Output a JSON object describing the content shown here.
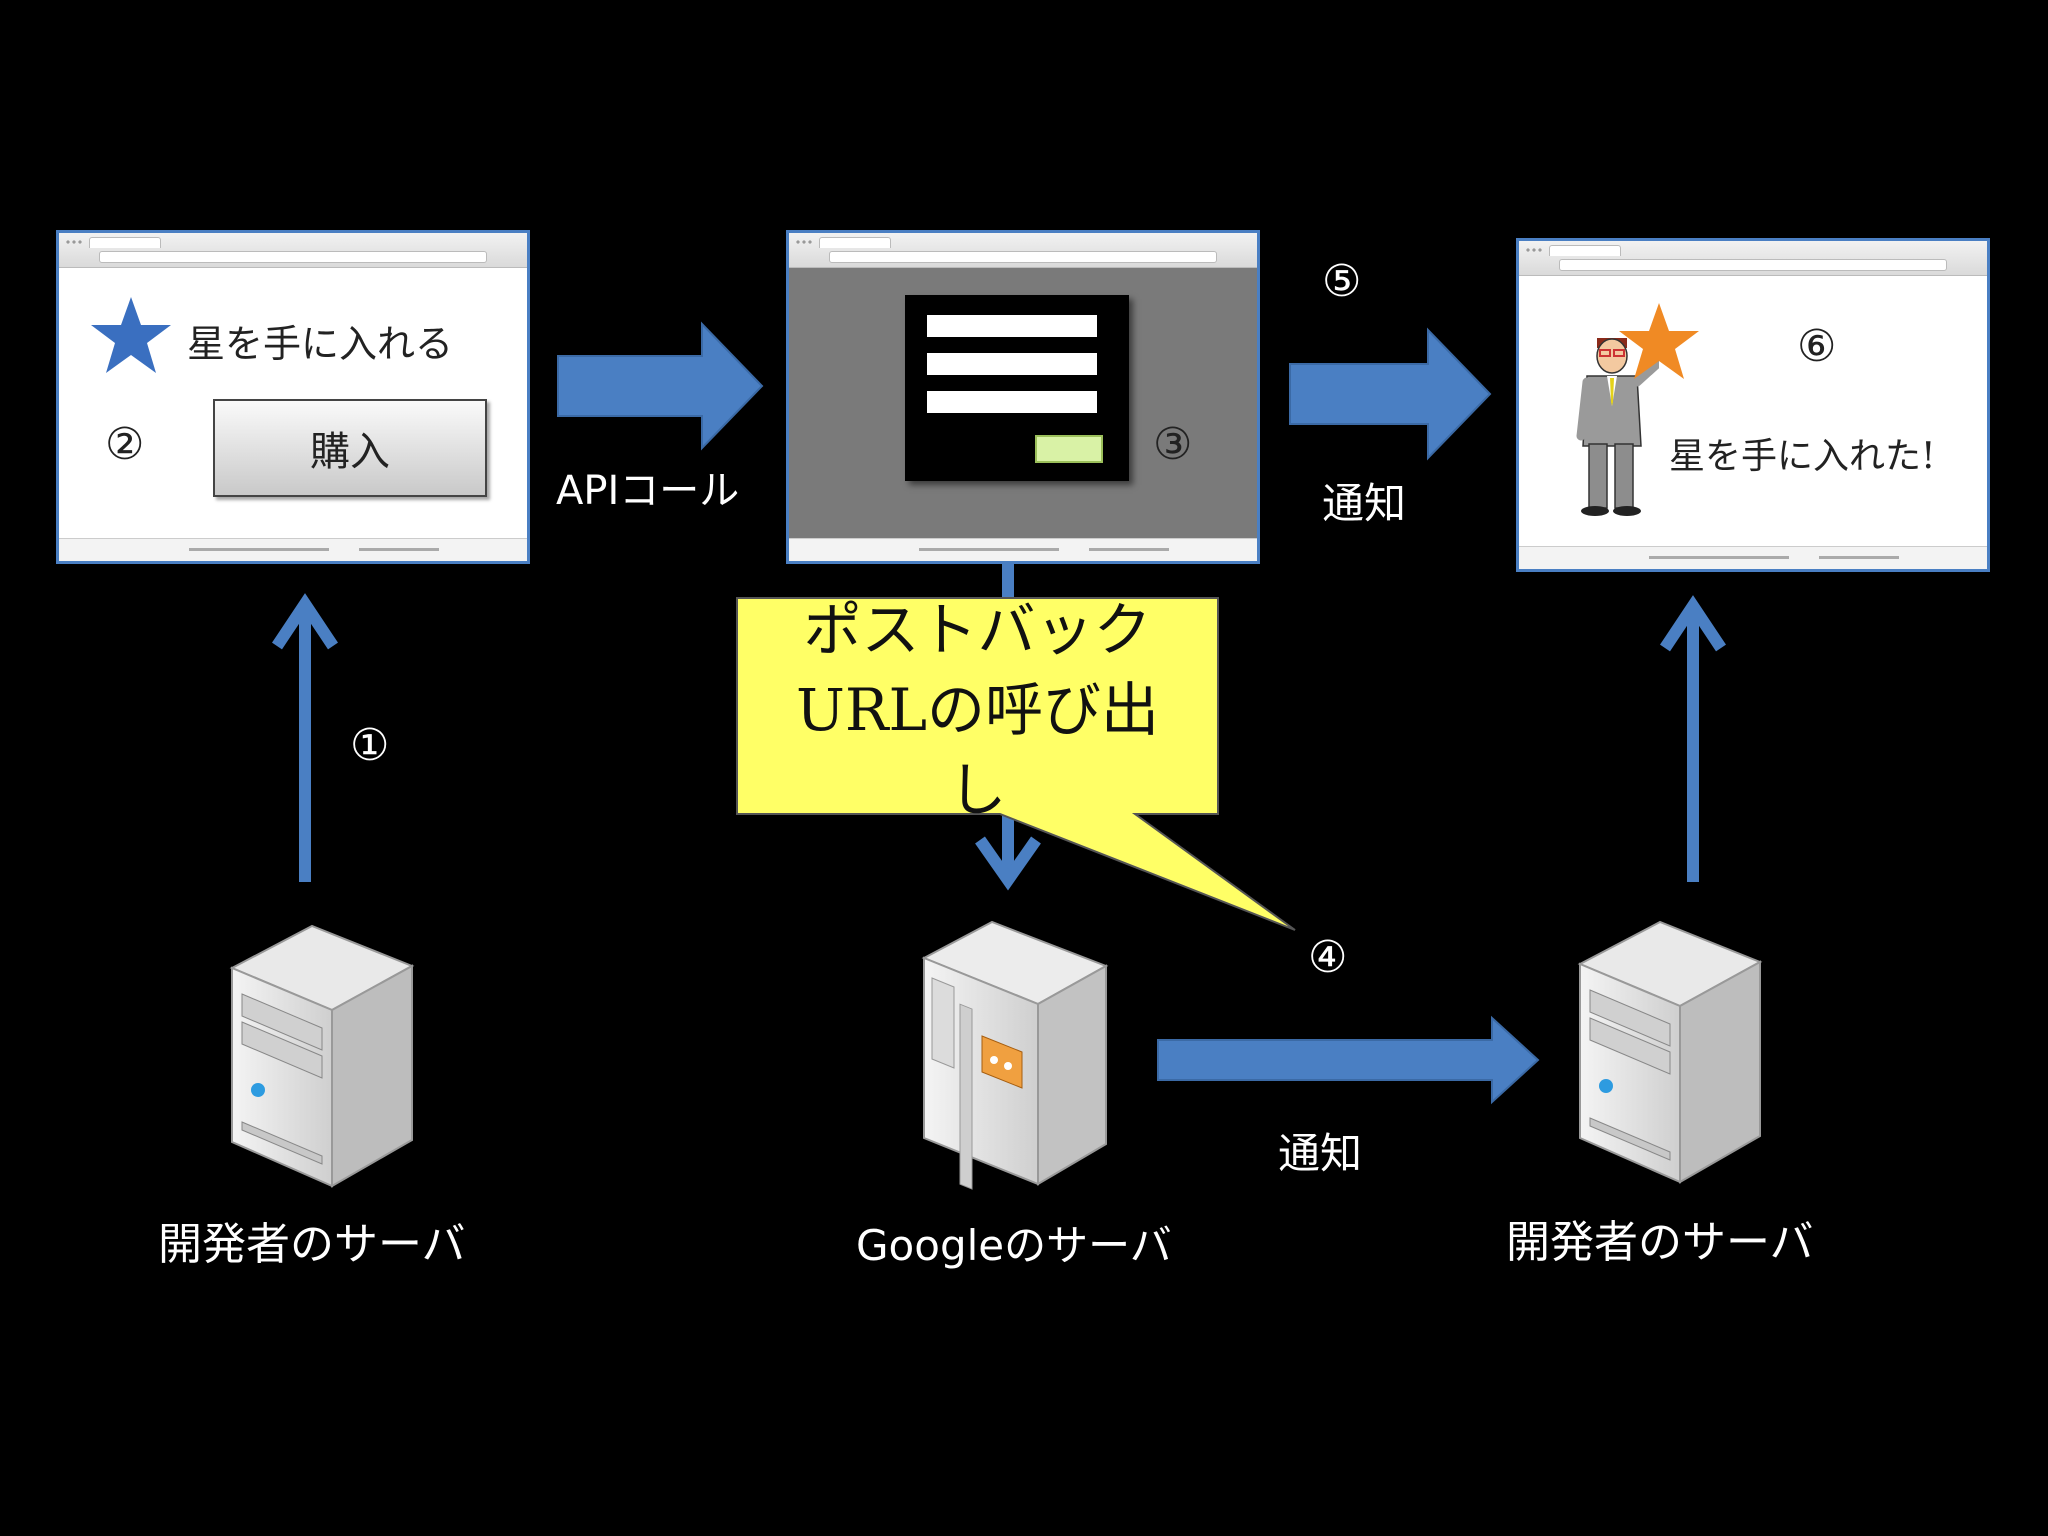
{
  "browser_left": {
    "star_label": "星を手に入れる",
    "step": "②",
    "buy_button": "購入"
  },
  "browser_center": {
    "step": "③"
  },
  "browser_right": {
    "step": "⑥",
    "message": "星を手に入れた!"
  },
  "arrows": {
    "api_call_label": "APIコール",
    "notify_top_label": "通知",
    "notify_top_step": "⑤",
    "step_one": "①",
    "notify_bottom_label": "通知",
    "step_four": "④"
  },
  "callout": {
    "line1": "ポストバック",
    "line2": "URLの呼び出",
    "line3": "し"
  },
  "servers": {
    "left_label": "開発者のサーバ",
    "center_label": "Googleのサーバ",
    "right_label": "開発者のサーバ"
  },
  "colors": {
    "arrow": "#4a7fc3",
    "callout_fill": "#ffff66",
    "star_blue": "#3a6fc0",
    "star_orange": "#f08a24",
    "overlay_gray": "#7a7a7a",
    "pay_button": "#d9f2a6"
  }
}
